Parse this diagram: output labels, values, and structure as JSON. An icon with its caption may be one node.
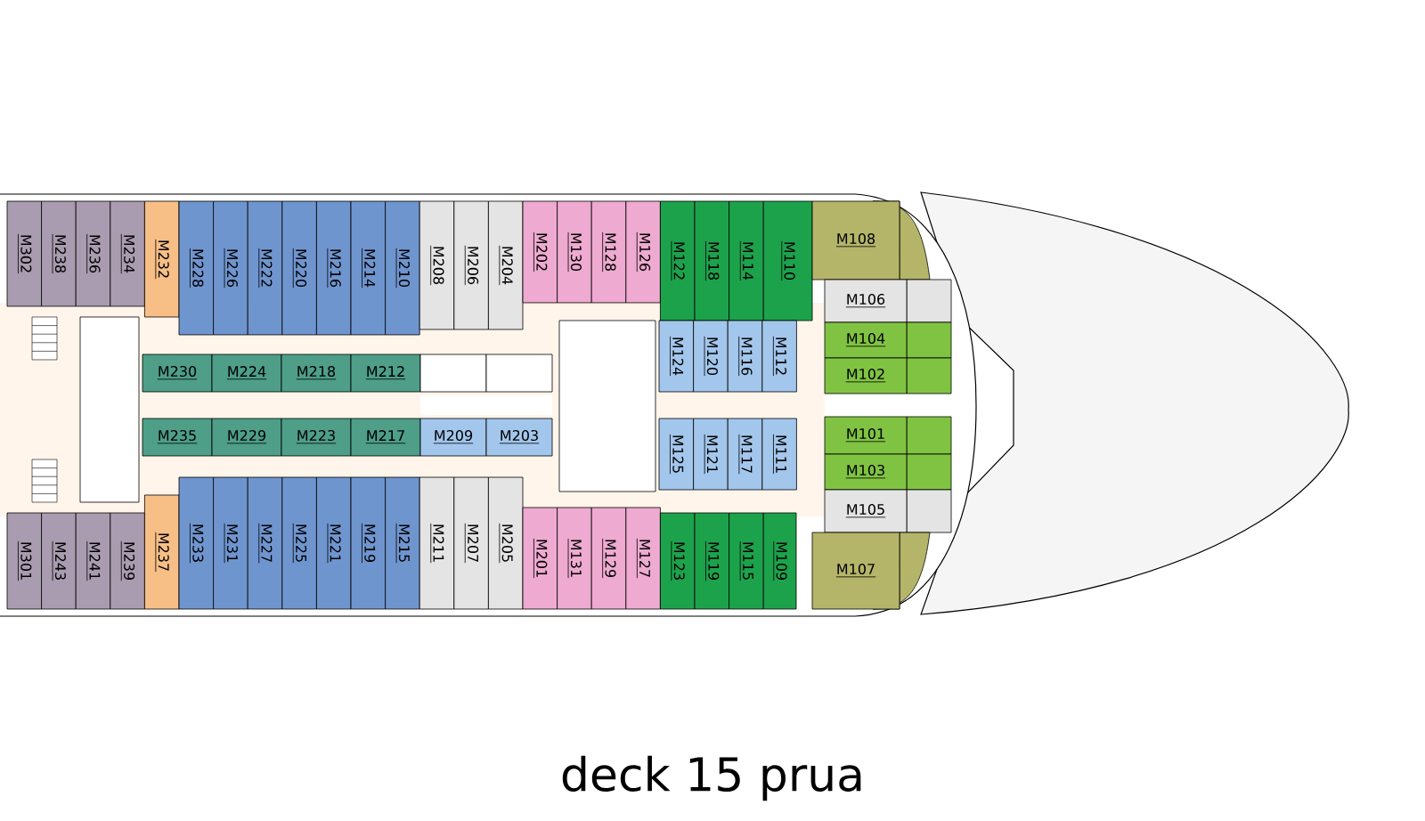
{
  "diagram": {
    "caption": "deck 15 prua",
    "nodes": [
      {
        "text": [
          "M302"
        ]
      },
      {
        "text": [
          "M238"
        ]
      },
      {
        "text": [
          "M236"
        ]
      },
      {
        "text": [
          "M234"
        ]
      },
      {
        "text": [
          "M232"
        ]
      },
      {
        "text": [
          "M228"
        ]
      },
      {
        "text": [
          "M226"
        ]
      },
      {
        "text": [
          "M222"
        ]
      },
      {
        "text": [
          "M220"
        ]
      },
      {
        "text": [
          "M216"
        ]
      },
      {
        "text": [
          "M214"
        ]
      },
      {
        "text": [
          "M210"
        ]
      },
      {
        "text": [
          "M208"
        ]
      },
      {
        "text": [
          "M206"
        ]
      },
      {
        "text": [
          "M204"
        ]
      },
      {
        "text": [
          "M202"
        ]
      },
      {
        "text": [
          "M130"
        ]
      },
      {
        "text": [
          "M128"
        ]
      },
      {
        "text": [
          "M126"
        ]
      },
      {
        "text": [
          "M122"
        ]
      },
      {
        "text": [
          "M118"
        ]
      },
      {
        "text": [
          "M114"
        ]
      },
      {
        "text": [
          "M110"
        ]
      },
      {
        "text": [
          "M108"
        ]
      },
      {
        "text": [
          "M106"
        ]
      },
      {
        "text": [
          "M230"
        ]
      },
      {
        "text": [
          "M224"
        ]
      },
      {
        "text": [
          "M218"
        ]
      },
      {
        "text": [
          "M212"
        ]
      },
      {
        "text": [],
        "shape": "box"
      },
      {
        "text": [],
        "shape": "box"
      },
      {
        "text": [
          "M124"
        ]
      },
      {
        "text": [
          "M120"
        ]
      },
      {
        "text": [
          "M116"
        ]
      },
      {
        "text": [
          "M112"
        ]
      },
      {
        "text": [
          "M104"
        ]
      },
      {
        "text": [
          "M102"
        ]
      },
      {
        "text": [
          "M235"
        ]
      },
      {
        "text": [
          "M229"
        ]
      },
      {
        "text": [
          "M223"
        ]
      },
      {
        "text": [
          "M217"
        ]
      },
      {
        "text": [
          "M209"
        ]
      },
      {
        "text": [
          "M203"
        ]
      },
      {
        "text": [
          "M125"
        ]
      },
      {
        "text": [
          "M121"
        ]
      },
      {
        "text": [
          "M117"
        ]
      },
      {
        "text": [
          "M111"
        ]
      },
      {
        "text": [
          "M101"
        ]
      },
      {
        "text": [
          "M103"
        ]
      },
      {
        "text": [
          "M105"
        ]
      },
      {
        "text": [
          "M301"
        ]
      },
      {
        "text": [
          "M243"
        ]
      },
      {
        "text": [
          "M241"
        ]
      },
      {
        "text": [
          "M239"
        ]
      },
      {
        "text": [
          "M237"
        ]
      },
      {
        "text": [
          "M233"
        ]
      },
      {
        "text": [
          "M231"
        ]
      },
      {
        "text": [
          "M227"
        ]
      },
      {
        "text": [
          "M225"
        ]
      },
      {
        "text": [
          "M221"
        ]
      },
      {
        "text": [
          "M219"
        ]
      },
      {
        "text": [
          "M215"
        ]
      },
      {
        "text": [
          "M211"
        ]
      },
      {
        "text": [
          "M207"
        ]
      },
      {
        "text": [
          "M205"
        ]
      },
      {
        "text": [
          "M201"
        ]
      },
      {
        "text": [
          "M131"
        ]
      },
      {
        "text": [
          "M129"
        ]
      },
      {
        "text": [
          "M127"
        ]
      },
      {
        "text": [
          "M123"
        ]
      },
      {
        "text": [
          "M119"
        ]
      },
      {
        "text": [
          "M115"
        ]
      },
      {
        "text": [
          "M109"
        ]
      },
      {
        "text": [
          "M107"
        ]
      }
    ]
  }
}
